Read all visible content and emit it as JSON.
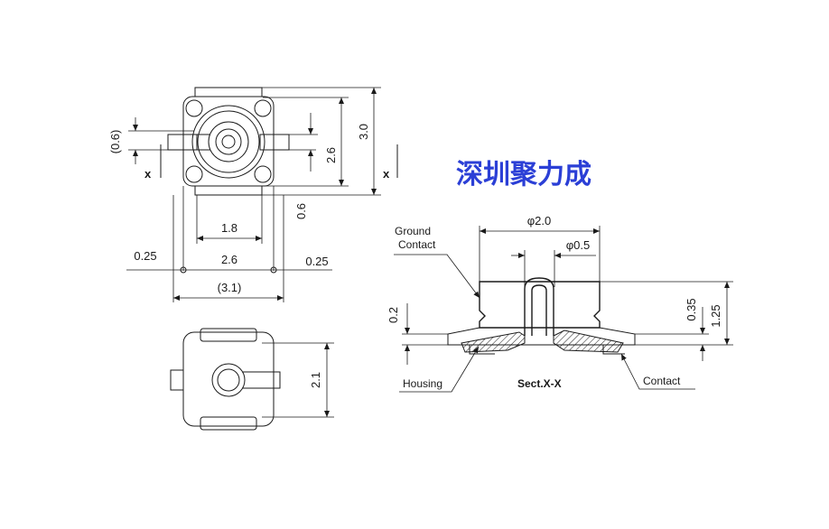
{
  "brand_text": "深圳聚力成",
  "top_view": {
    "section_mark_left": "x",
    "section_mark_right": "x",
    "dim_height": "3.0",
    "dim_inner_height": "2.6",
    "dim_contact_width": "(0.6)",
    "dim_gap": "0.6",
    "dim_center_width": "1.8",
    "dim_pad_pitch": "2.6",
    "dim_left_margin": "0.25",
    "dim_right_margin": "0.25",
    "dim_overall_width": "(3.1)"
  },
  "bottom_view": {
    "dim_height": "2.1"
  },
  "section_view": {
    "dim_outer_diameter": "φ2.0",
    "dim_pin_diameter": "φ0.5",
    "dim_base_height": "0.2",
    "dim_pin_height": "0.35",
    "dim_total_height": "1.25",
    "label_ground_contact_line1": "Ground",
    "label_ground_contact_line2": "Contact",
    "label_housing": "Housing",
    "label_contact": "Contact",
    "caption": "Sect.X-X"
  }
}
